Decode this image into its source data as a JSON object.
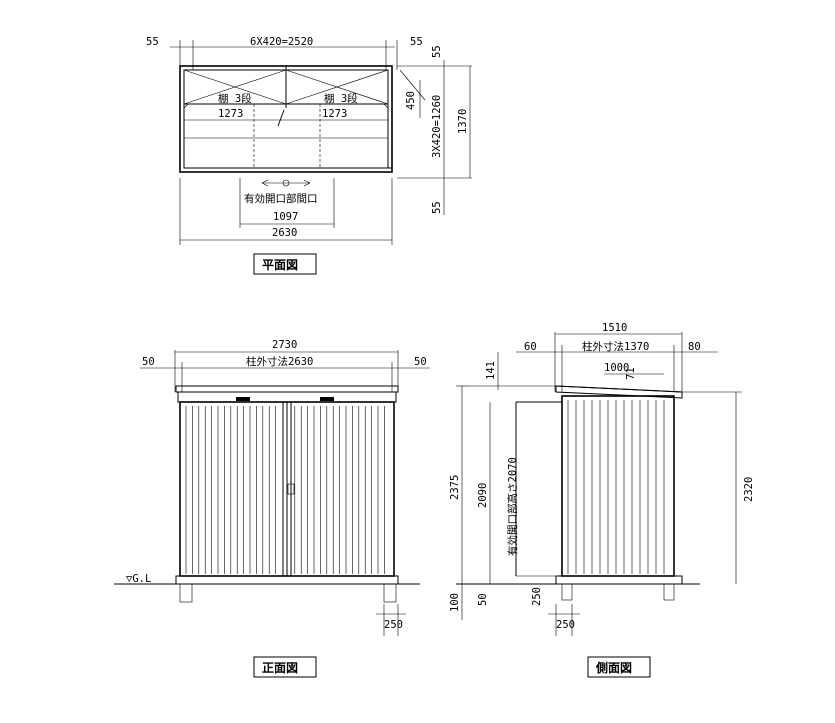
{
  "plan": {
    "label": "平面図",
    "top_left": "55",
    "top_mid": "6X420=2520",
    "top_right": "55",
    "right_top": "55",
    "right_mid": "3X420=1260",
    "right_bot": "55",
    "right_total": "1370",
    "right_450": "450",
    "shelf_left": "棚 3段",
    "shelf_right": "棚 3段",
    "width_left": "1273",
    "width_right": "1273",
    "opening": "有効開口部間口",
    "opening_value": "1097",
    "total": "2630"
  },
  "front": {
    "label": "正面図",
    "total": "2730",
    "left": "50",
    "right": "50",
    "pillar": "柱外寸法2630",
    "gl": "▽G.L",
    "footing": "250"
  },
  "side": {
    "label": "側面図",
    "total": "1510",
    "left": "60",
    "right": "80",
    "pillar": "柱外寸法1370",
    "eave": "141",
    "slope": "1000",
    "rise": "71",
    "height_total": "2375",
    "height_open": "2090",
    "height_right": "2320",
    "opening_height": "有効開口部高さ2070",
    "base_100": "100",
    "base_50": "50",
    "base_250v": "250",
    "footing": "250"
  }
}
